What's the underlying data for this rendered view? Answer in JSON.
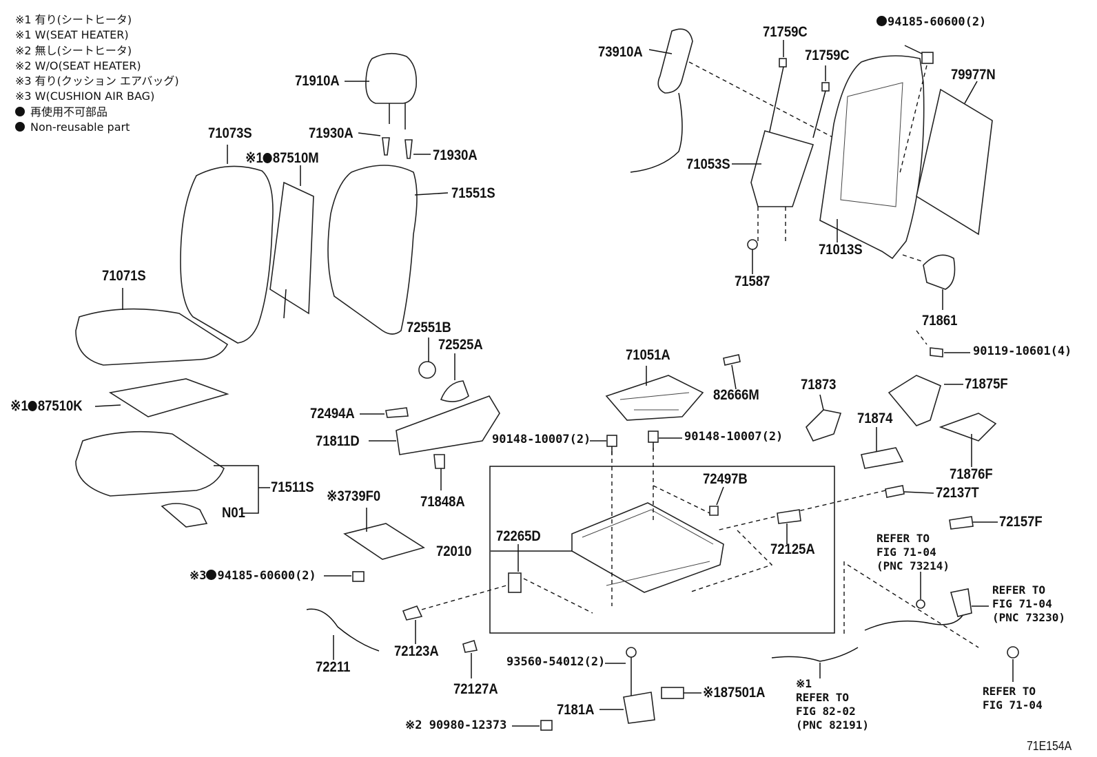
{
  "legend": [
    {
      "text": "※1 有り(シートヒータ)",
      "dot": false
    },
    {
      "text": "※1 W(SEAT HEATER)",
      "dot": false
    },
    {
      "text": "※2 無し(シートヒータ)",
      "dot": false
    },
    {
      "text": "※2 W/O(SEAT HEATER)",
      "dot": false
    },
    {
      "text": "※3 有り(クッション エアバッグ)",
      "dot": false
    },
    {
      "text": "※3 W(CUSHION AIR BAG)",
      "dot": false
    },
    {
      "text": "再使用不可部品",
      "dot": true
    },
    {
      "text": "Non-reusable part",
      "dot": true
    }
  ],
  "labels": {
    "p71910A": "71910A",
    "p71930A_1": "71930A",
    "p71930A_2": "71930A",
    "p71073S": "71073S",
    "p87510M": "※1",
    "p87510M_num": "87510M",
    "p71551S": "71551S",
    "p71071S": "71071S",
    "p87510K": "※1",
    "p87510K_num": "87510K",
    "p71511S": "71511S",
    "pN01": "N01",
    "p72551B": "72551B",
    "p72525A": "72525A",
    "p72494A": "72494A",
    "p71811D": "71811D",
    "p71848A": "71848A",
    "p739F0": "※3",
    "p739F0_num": "739F0",
    "p94185b": "※3",
    "p94185b_num": "94185-60600(2)",
    "p72010": "72010",
    "p72265D": "72265D",
    "p72211": "72211",
    "p72123A": "72123A",
    "p72127A": "72127A",
    "p93560": "93560-54012(2)",
    "p7181A": "7181A",
    "p87501A": "※1",
    "p87501A_num": "87501A",
    "p90980": "※2 90980-12373",
    "p73910A": "73910A",
    "p71759C_1": "71759C",
    "p71759C_2": "71759C",
    "p94185a": "94185-60600(2)",
    "p79977N": "79977N",
    "p71053S": "71053S",
    "p71013S": "71013S",
    "p71587": "71587",
    "p71861": "71861",
    "p90119": "90119-10601(4)",
    "p71051A": "71051A",
    "p82666M": "82666M",
    "p71873": "71873",
    "p71875F": "71875F",
    "p71874": "71874",
    "p71876F": "71876F",
    "p90148_1": "90148-10007(2)",
    "p90148_2": "90148-10007(2)",
    "p72497B": "72497B",
    "p72137T": "72137T",
    "p72157F": "72157F",
    "p72125A": "72125A",
    "ref1": "REFER TO\nFIG 71-04\n(PNC 73214)",
    "ref2": "REFER TO\nFIG 71-04\n(PNC 73230)",
    "ref3": "※1\nREFER TO\nFIG 82-02\n(PNC 82191)",
    "ref4": "REFER TO\nFIG 71-04",
    "figure_code": "71E154A"
  }
}
